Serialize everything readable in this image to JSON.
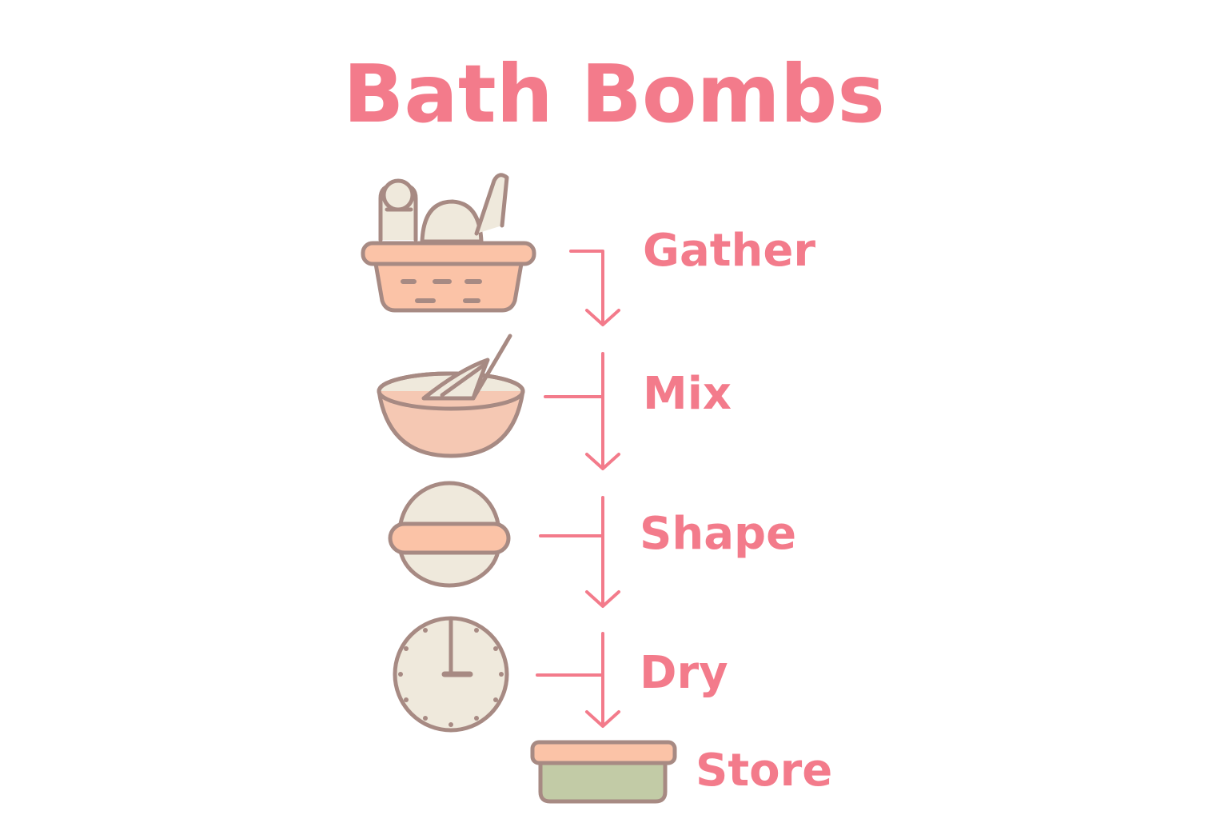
{
  "title": "Bath Bombs",
  "steps": [
    {
      "label": "Gather",
      "icon": "basket-icon"
    },
    {
      "label": "Mix",
      "icon": "mixing-bowl-icon"
    },
    {
      "label": "Shape",
      "icon": "bath-bomb-mold-icon"
    },
    {
      "label": "Dry",
      "icon": "clock-icon"
    },
    {
      "label": "Store",
      "icon": "storage-container-icon"
    }
  ],
  "colors": {
    "accent": "#f37b8b",
    "outline": "#a78a83",
    "peach": "#fbc3a7",
    "cream": "#efe9dc",
    "green": "#c2cba6"
  }
}
